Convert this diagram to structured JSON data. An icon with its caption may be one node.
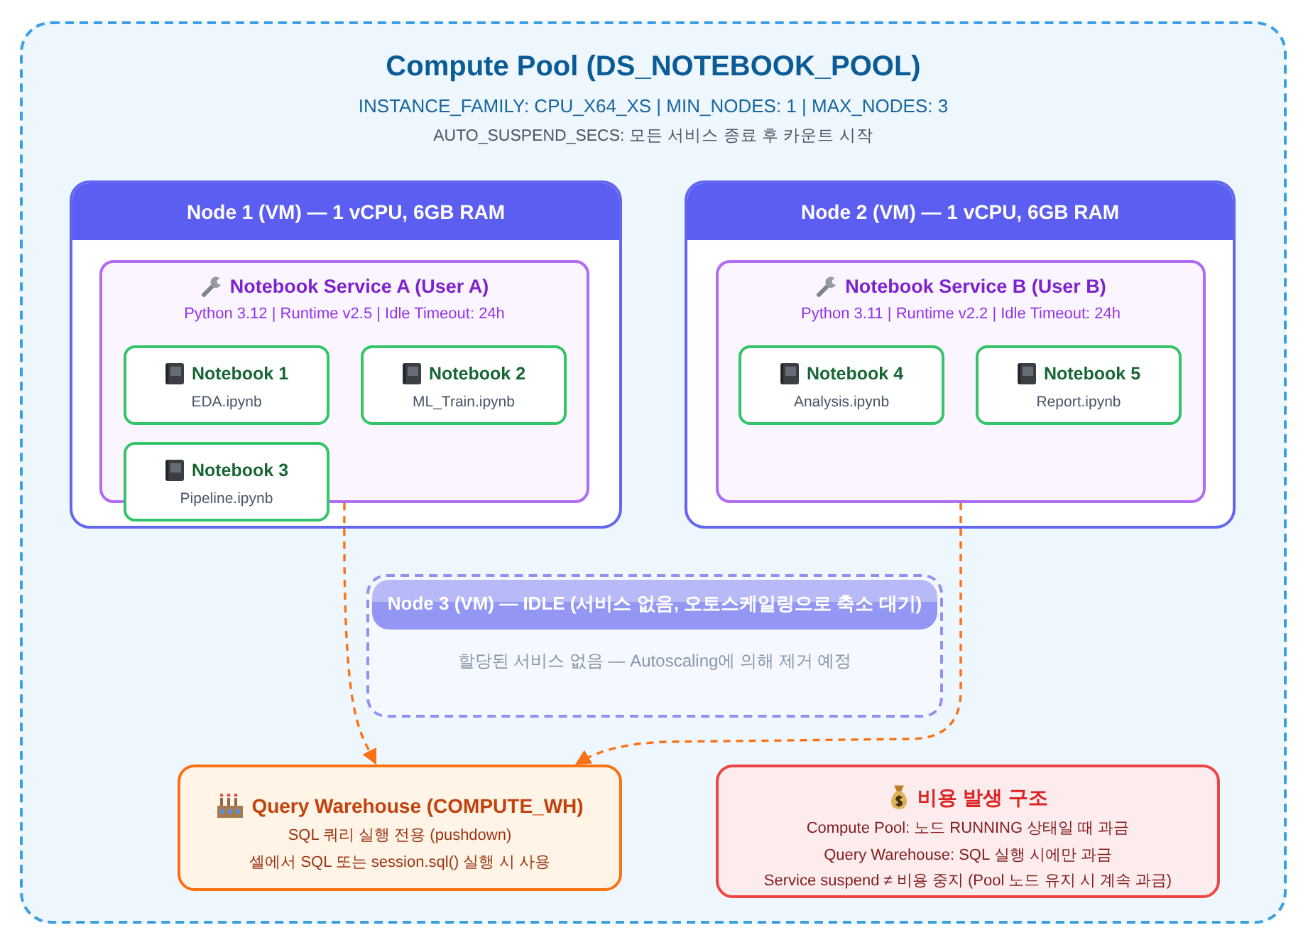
{
  "diagram": {
    "nodes": [
      {
        "text": [
          "Compute Pool (DS_NOTEBOOK_POOL)",
          "INSTANCE_FAMILY: CPU_X64_XS | MIN_NODES: 1 | MAX_NODES: 3",
          "AUTO_SUSPEND_SECS: 모든 서비스 종료 후 카운트 시작"
        ]
      },
      {
        "text": [
          "Node 1 (VM) — 1 vCPU, 6GB RAM"
        ],
        "in": 0
      },
      {
        "text": [
          "Notebook Service A (User A)",
          "Python 3.12 | Runtime v2.5 | Idle Timeout: 24h"
        ],
        "in": 1
      },
      {
        "text": [
          "Notebook 1",
          "EDA.ipynb"
        ],
        "in": 2
      },
      {
        "text": [
          "Notebook 2",
          "ML_Train.ipynb"
        ],
        "in": 2
      },
      {
        "text": [
          "Notebook 3",
          "Pipeline.ipynb"
        ],
        "in": 1
      },
      {
        "text": [
          "Node 2 (VM) — 1 vCPU, 6GB RAM"
        ],
        "in": 0
      },
      {
        "text": [
          "Notebook Service B (User B)",
          "Python 3.11 | Runtime v2.2 | Idle Timeout: 24h"
        ],
        "in": 6
      },
      {
        "text": [
          "Notebook 4",
          "Analysis.ipynb"
        ],
        "in": 7
      },
      {
        "text": [
          "Notebook 5",
          "Report.ipynb"
        ],
        "in": 7
      },
      {
        "text": [
          "Node 3 (VM) — IDLE (서비스 없음, 오토스케일링으로 축소 대기)",
          "할당된 서비스 없음 — Autoscaling에 의해 제거 예정"
        ],
        "in": 0
      },
      {
        "text": [
          "Query Warehouse (COMPUTE_WH)",
          "SQL 쿼리 실행 전용 (pushdown)",
          "셀에서 SQL 또는 session.sql() 실행 시 사용"
        ],
        "in": 0
      },
      {
        "text": [
          "비용 발생 구조",
          "Compute Pool: 노드 RUNNING 상태일 때 과금",
          "Query Warehouse: SQL 실행 시에만 과금",
          "Service suspend ≠ 비용 중지 (Pool 노드 유지 시 계속 과금)"
        ],
        "in": 0
      }
    ],
    "edges": [
      {
        "from": 2,
        "to": 11,
        "arrow": "to",
        "style": "dashed"
      },
      {
        "from": 7,
        "to": 11,
        "arrow": "to",
        "style": "dashed"
      }
    ]
  }
}
